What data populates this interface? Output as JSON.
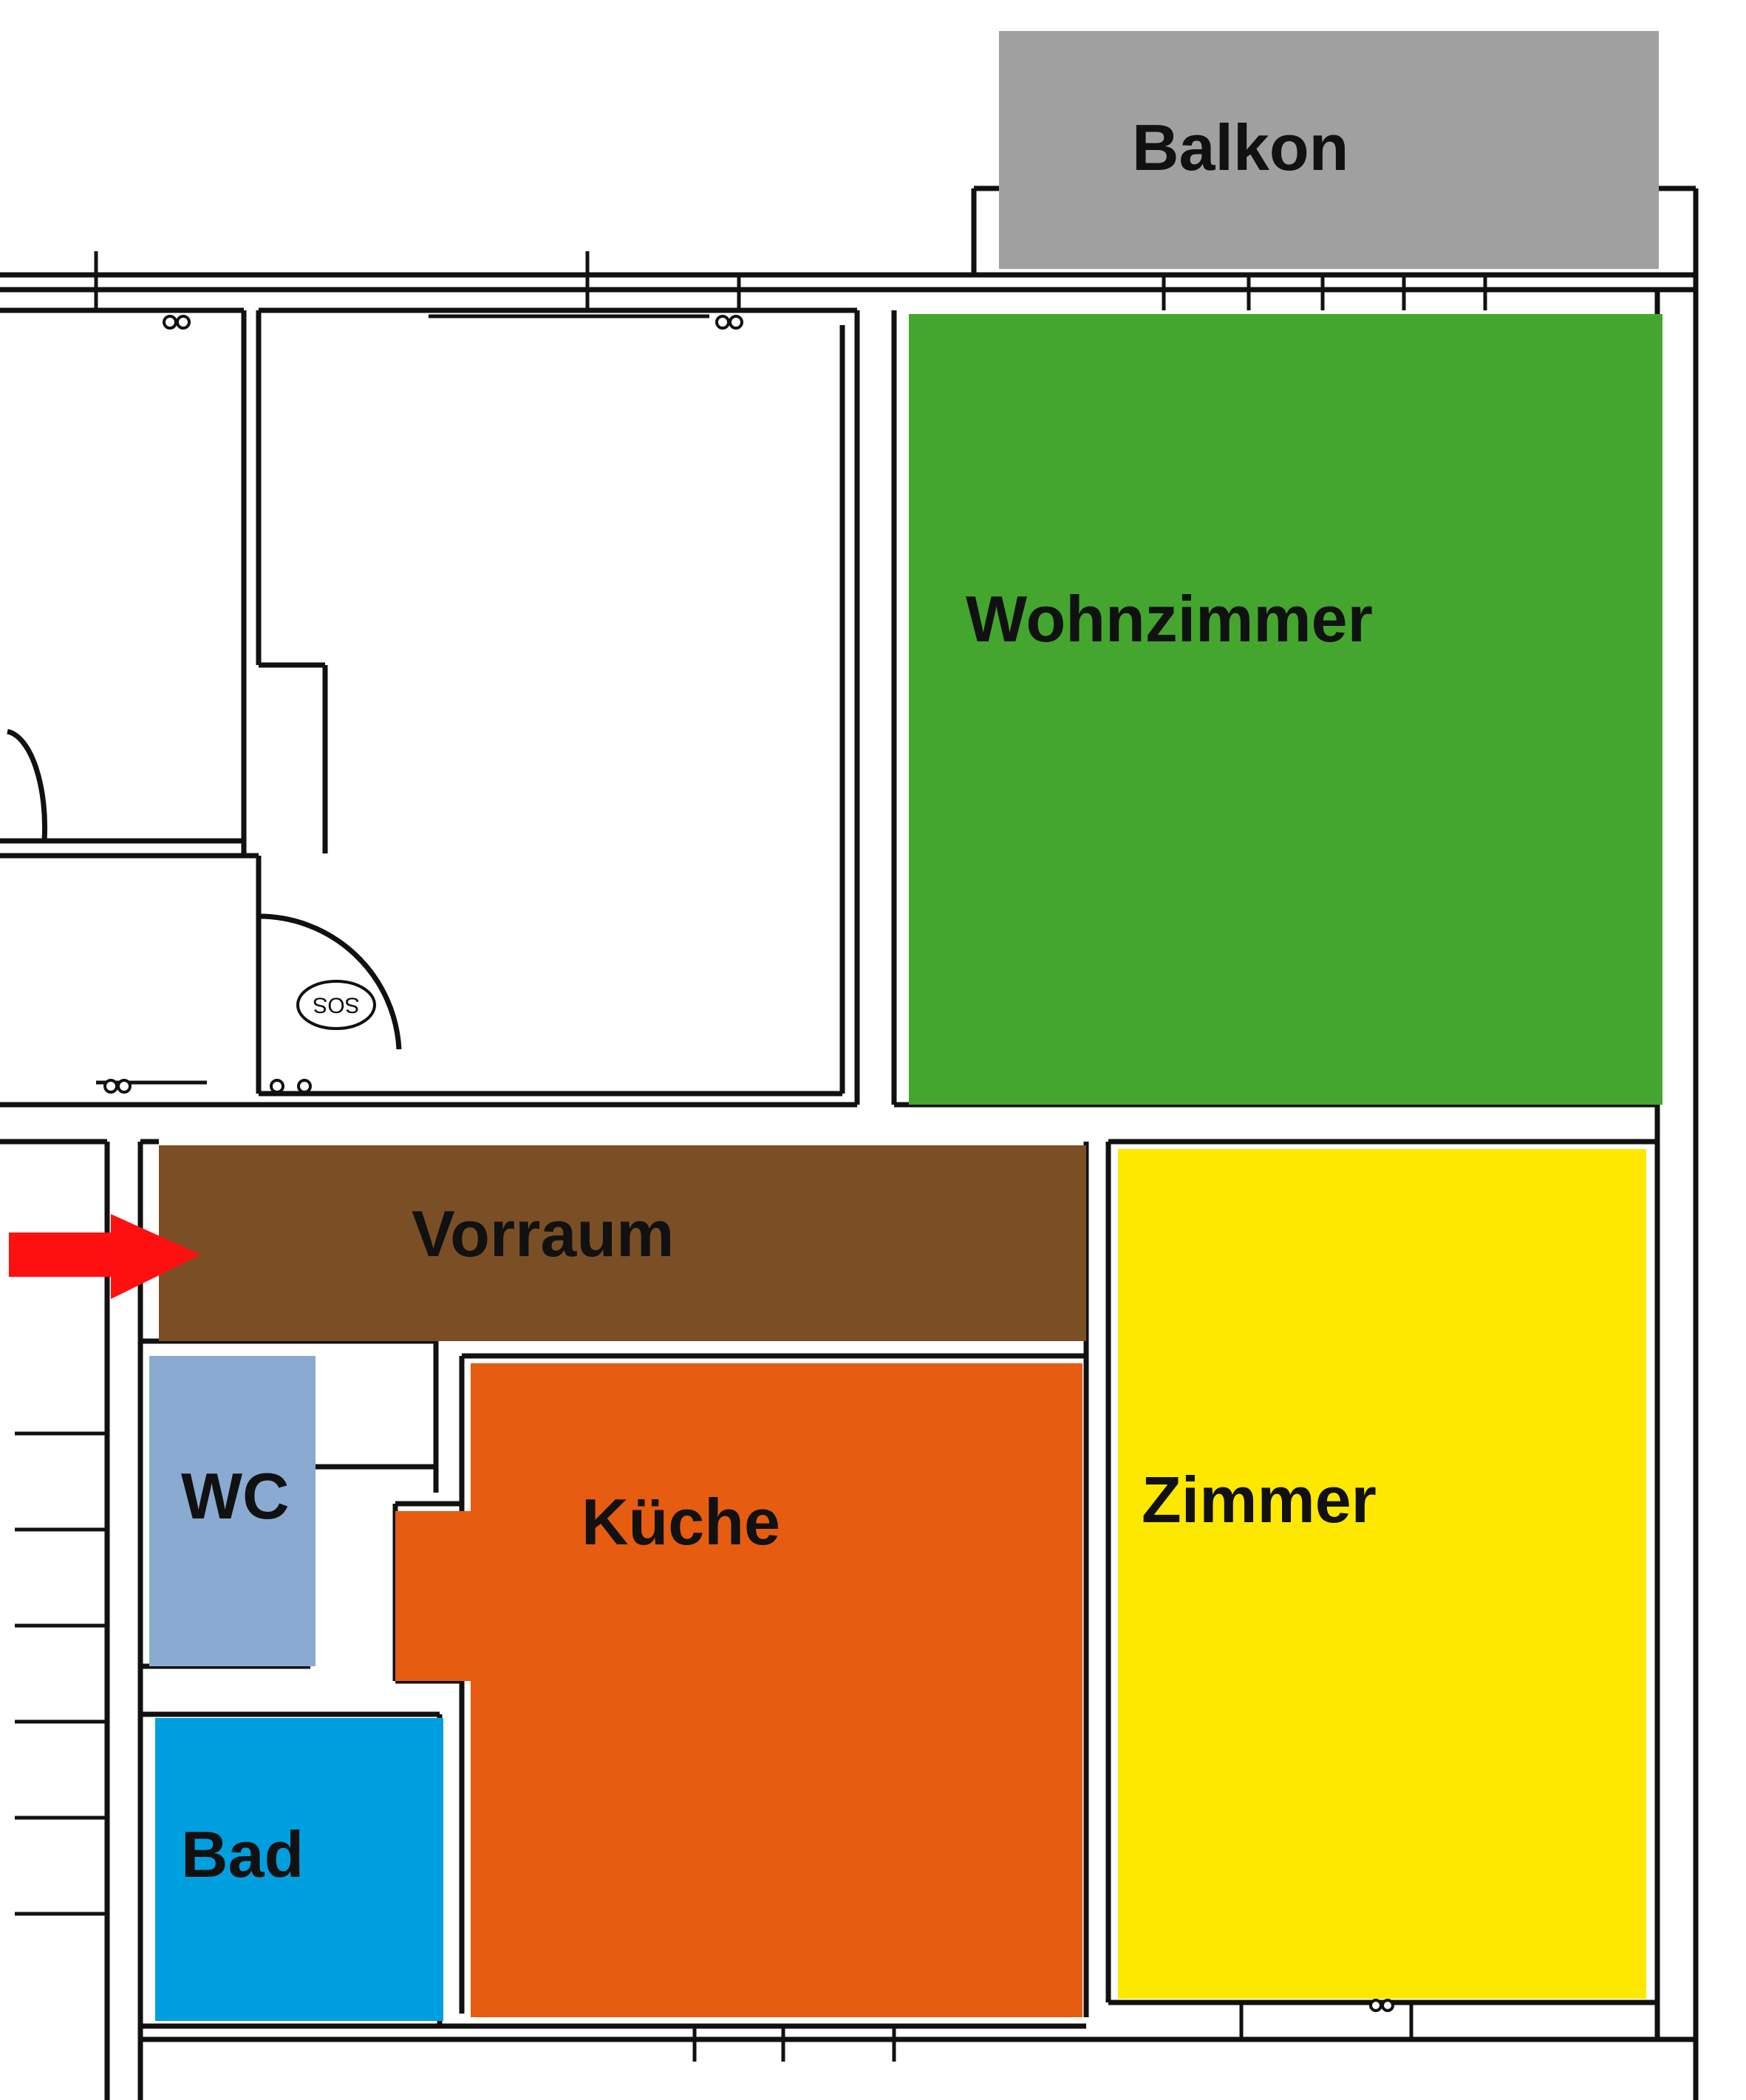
{
  "floor_plan": {
    "rooms": [
      {
        "id": "balkon",
        "label": "Balkon",
        "color": "#a0a0a0"
      },
      {
        "id": "wohnzimmer",
        "label": "Wohnzimmer",
        "color": "#44a62e"
      },
      {
        "id": "vorraum",
        "label": "Vorraum",
        "color": "#7b4f25"
      },
      {
        "id": "kueche",
        "label": "Küche",
        "color": "#e65c10"
      },
      {
        "id": "zimmer",
        "label": "Zimmer",
        "color": "#ffe800"
      },
      {
        "id": "wc",
        "label": "WC",
        "color": "#8aaad2"
      },
      {
        "id": "bad",
        "label": "Bad",
        "color": "#00a0e0"
      }
    ],
    "entrance_arrow": {
      "color": "#ff1010"
    },
    "fixture_label": "SOS",
    "wall_color": "#111111"
  }
}
